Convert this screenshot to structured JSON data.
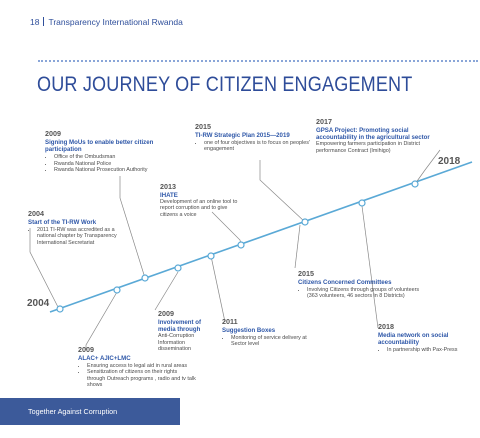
{
  "header": {
    "page_number": "18",
    "publisher": "Transparency International Rwanda"
  },
  "title": "OUR JOURNEY OF CITIZEN ENGAGEMENT",
  "timeline": {
    "start_year": "2004",
    "end_year": "2018",
    "events": [
      {
        "year": "2009",
        "heading": "Signing MoUs to enable better citizen participation",
        "bullets": [
          "Office of the Ombudsman",
          "Rwanda National Police",
          "Rwanda National Prosecution Authority"
        ]
      },
      {
        "year": "2004",
        "heading": "Start of the TI-RW Work",
        "bullets": [
          "2011 TI-RW was accredited as a national chapter by Transparency International Secretariat"
        ]
      },
      {
        "year": "2015",
        "heading": "TI-RW Strategic Plan 2015—2019",
        "bullets": [
          "one of four objectives is to focus on peoples' engagement"
        ]
      },
      {
        "year": "2013",
        "heading": "IHATE",
        "text": "Development of an online tool to report corruption and to give citizens a voice"
      },
      {
        "year": "2017",
        "heading": "GPSA Project: Promoting social accountability in the agricultural sector",
        "text": "Empowering farmers participation in District performance Contract (Imihigo)"
      },
      {
        "year": "2015",
        "heading": "Citizens Concerned Committees",
        "bullets": [
          "Involving Citizens through groups of volunteers (363 volunteers, 46 sectors in 8 Districts)"
        ]
      },
      {
        "year": "2009",
        "heading": "Involvement of media through",
        "text": "Anti-Corruption Information dissemination"
      },
      {
        "year": "2011",
        "heading": "Suggestion Boxes",
        "bullets": [
          "Monitoring of service delivery at Sector level"
        ]
      },
      {
        "year": "2018",
        "heading": "Media network on social accountability",
        "bullets": [
          "In partnership with Pax-Press"
        ]
      },
      {
        "year": "2009",
        "heading": "ALAC+ AJIC+LMC",
        "bullets": [
          "Ensuring access to legal aid in rural areas",
          "Sensitization of citizens on their rights through Outreach programs , radio and tv talk shows"
        ]
      }
    ]
  },
  "footer": {
    "slogan": "Together Against Corruption"
  },
  "colors": {
    "title": "#2e4c99",
    "timeline": "#5aa9d6",
    "heading": "#2e57a8",
    "footer": "#3c5a9a"
  }
}
